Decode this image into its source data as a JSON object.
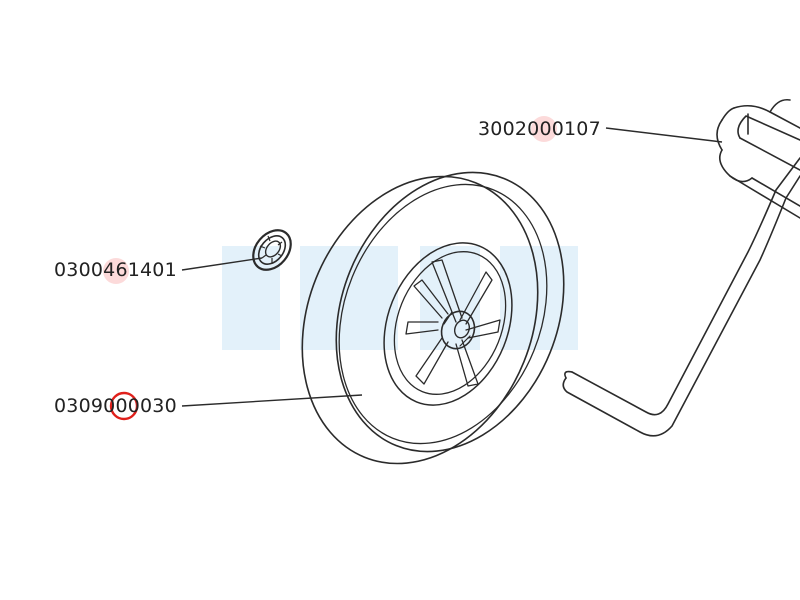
{
  "diagram": {
    "parts": [
      {
        "id": "axle",
        "part_number": "3002000107"
      },
      {
        "id": "washer",
        "part_number": "0300461401"
      },
      {
        "id": "wheel",
        "part_number": "0309000030"
      }
    ]
  },
  "colors": {
    "line": "#2b2b2b",
    "watermark": "#e3f1fa",
    "highlight_fill": "#fbd4d4",
    "marker_ring": "#e0201b"
  }
}
